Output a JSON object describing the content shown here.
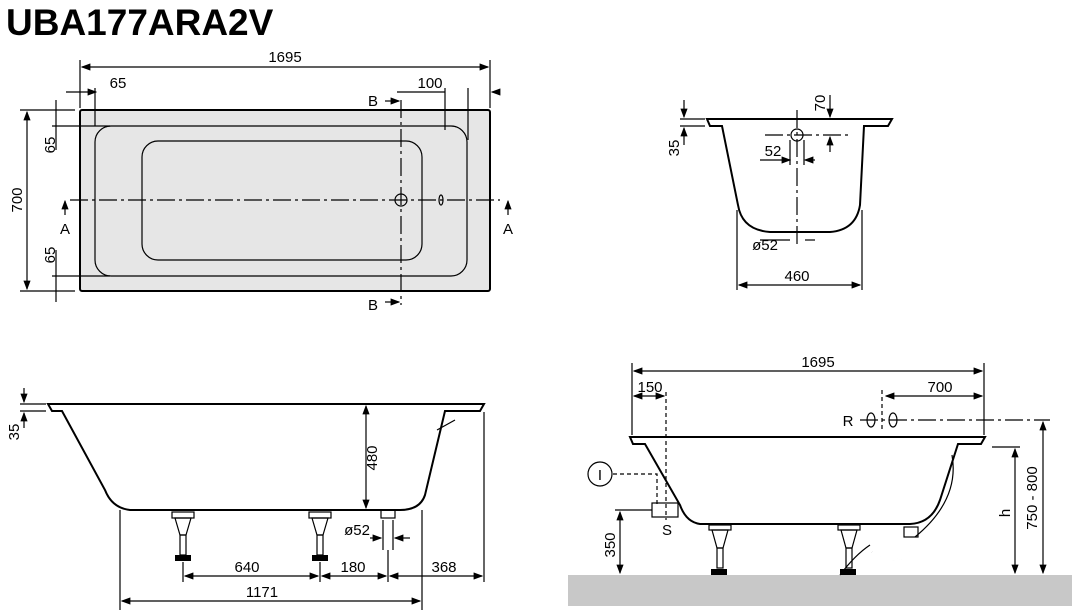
{
  "title": "UBA177ARA2V",
  "top_view": {
    "length": "1695",
    "width": "700",
    "rim_left": "65",
    "rim_right": "100",
    "rim_top": "65",
    "rim_bottom": "65",
    "section_a": "A",
    "section_b": "B"
  },
  "section_b_view": {
    "rim_height": "35",
    "overflow_offset": "70",
    "overflow_width": "52",
    "drain_diameter": "ø52",
    "bottom_width": "460"
  },
  "side_view_a": {
    "rim_height": "35",
    "depth": "480",
    "drain_diameter": "ø52",
    "leg_spacing": "640",
    "drain_offset": "180",
    "end_offset": "368",
    "leg_span": "1171"
  },
  "install_view": {
    "length": "1695",
    "left_offset": "150",
    "tap_offset": "700",
    "tap_label": "R",
    "info_label": "I",
    "socket_label": "S",
    "socket_height": "350",
    "height_label": "h",
    "rim_height_range": "750 - 800"
  },
  "colors": {
    "fill": "#e6e6e6",
    "floor": "#c8c8c8",
    "line": "#000000"
  }
}
